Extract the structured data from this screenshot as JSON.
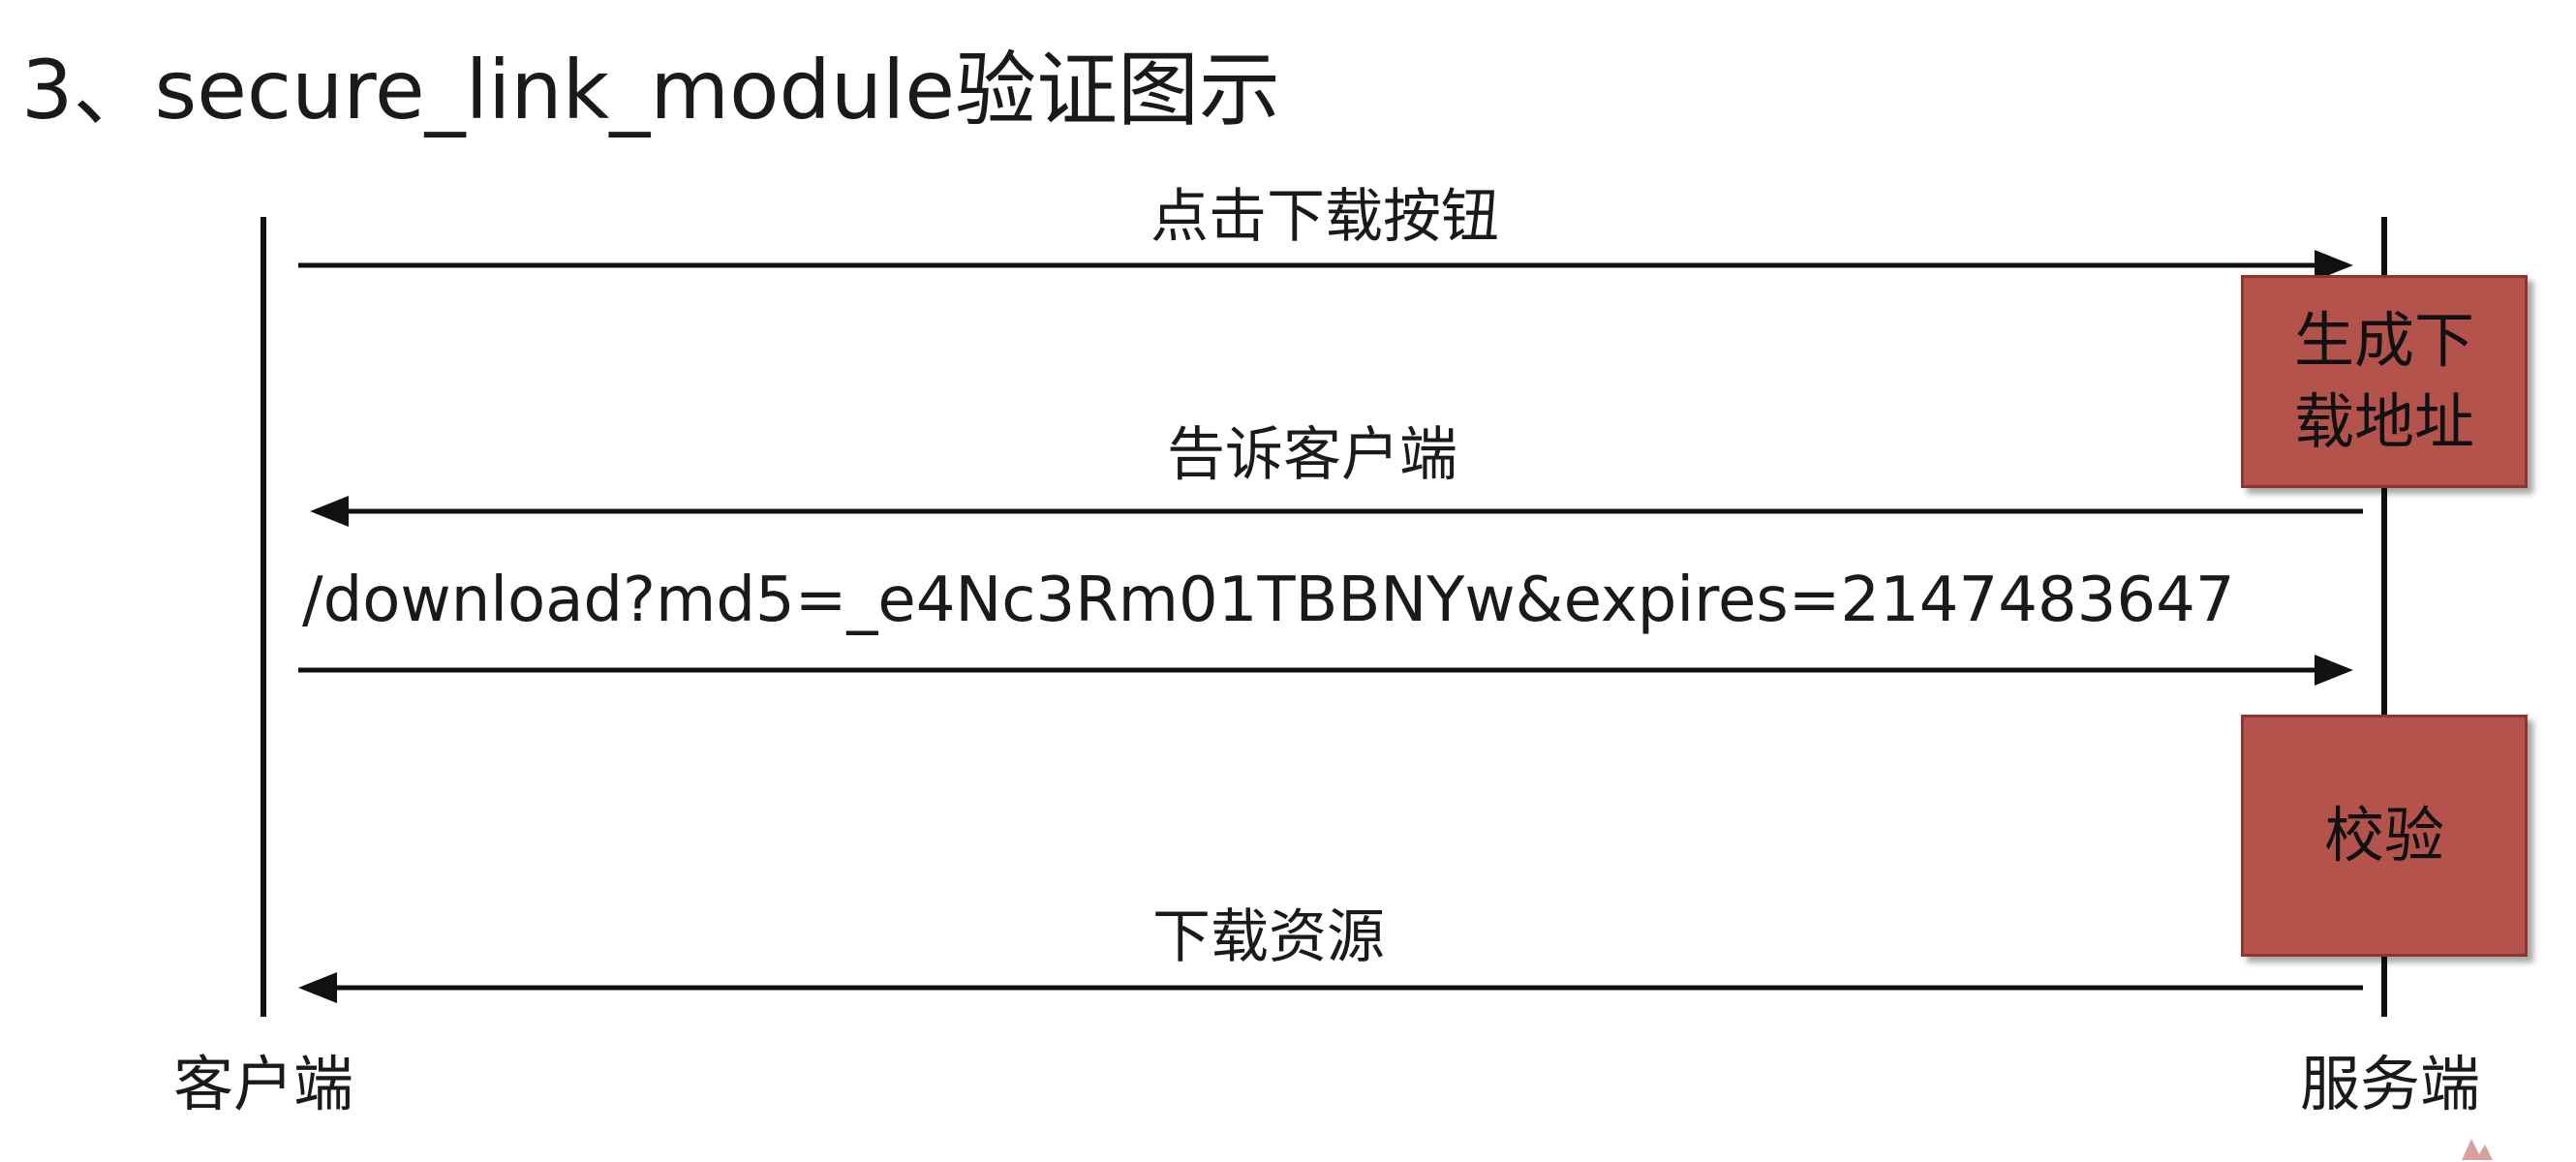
{
  "title": "3、secure_link_module验证图示",
  "actors": {
    "client": "客户端",
    "server": "服务端"
  },
  "messages": {
    "click_download": "点击下载按钮",
    "tell_client": "告诉客户端",
    "download_url": "/download?md5=_e4Nc3Rm01TBBNYw&expires=2147483647",
    "download_resource": "下载资源"
  },
  "process_boxes": {
    "generate_address": "生成下载地址",
    "verify": "校验"
  },
  "colors": {
    "box_fill": "#b3534b",
    "box_border": "#8a3731",
    "line": "#111111"
  },
  "icons": {
    "watermark": "logo-icon"
  }
}
